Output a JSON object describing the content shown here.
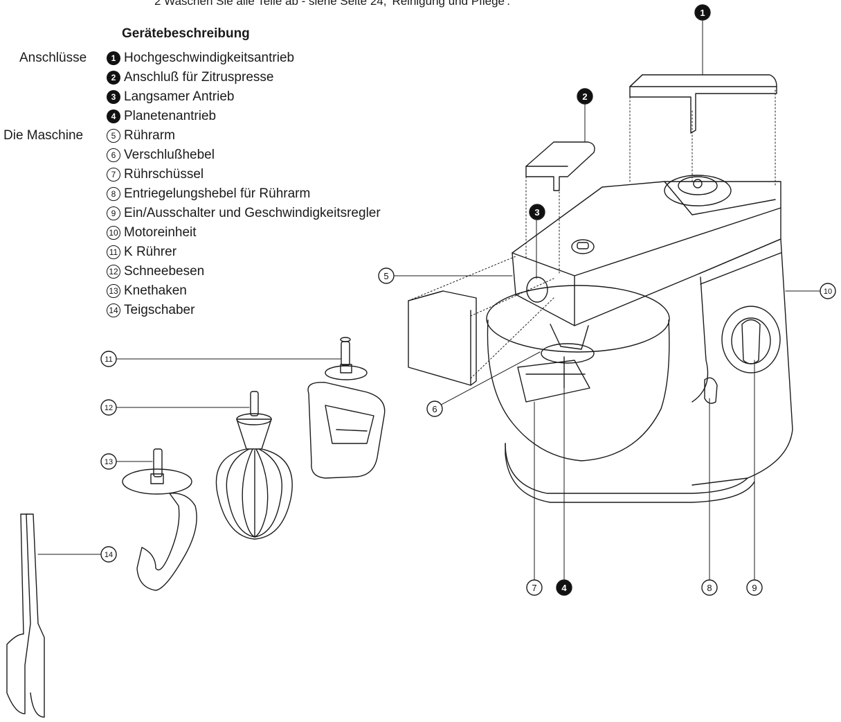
{
  "page": {
    "top_note": "2 Waschen Sie alle Teile ab - siehe Seite 24, 'Reinigung und Pflege'.",
    "heading": "Gerätebeschreibung"
  },
  "groups": {
    "anschluesse": "Anschlüsse",
    "maschine": "Die Maschine"
  },
  "legend": [
    {
      "num": "1",
      "style": "filled",
      "label": "Hochgeschwindigkeitsantrieb"
    },
    {
      "num": "2",
      "style": "filled",
      "label": "Anschluß für Zitruspresse"
    },
    {
      "num": "3",
      "style": "filled",
      "label": "Langsamer Antrieb"
    },
    {
      "num": "4",
      "style": "filled",
      "label": "Planetenantrieb"
    },
    {
      "num": "5",
      "style": "outline",
      "label": "Rührarm"
    },
    {
      "num": "6",
      "style": "outline",
      "label": "Verschlußhebel"
    },
    {
      "num": "7",
      "style": "outline",
      "label": "Rührschüssel"
    },
    {
      "num": "8",
      "style": "outline",
      "label": "Entriegelungshebel für Rührarm"
    },
    {
      "num": "9",
      "style": "outline",
      "label": "Ein/Ausschalter und Geschwindigkeitsregler"
    },
    {
      "num": "10",
      "style": "outline",
      "label": "Motoreinheit"
    },
    {
      "num": "11",
      "style": "outline",
      "label": "K Rührer"
    },
    {
      "num": "12",
      "style": "outline",
      "label": "Schneebesen"
    },
    {
      "num": "13",
      "style": "outline",
      "label": "Knethaken"
    },
    {
      "num": "14",
      "style": "outline",
      "label": "Teigschaber"
    }
  ],
  "callouts": [
    "1",
    "2",
    "3",
    "4",
    "5",
    "6",
    "7",
    "8",
    "9",
    "10",
    "11",
    "12",
    "13",
    "14"
  ],
  "colors": {
    "ink": "#1a1a1a",
    "paper": "#ffffff"
  }
}
